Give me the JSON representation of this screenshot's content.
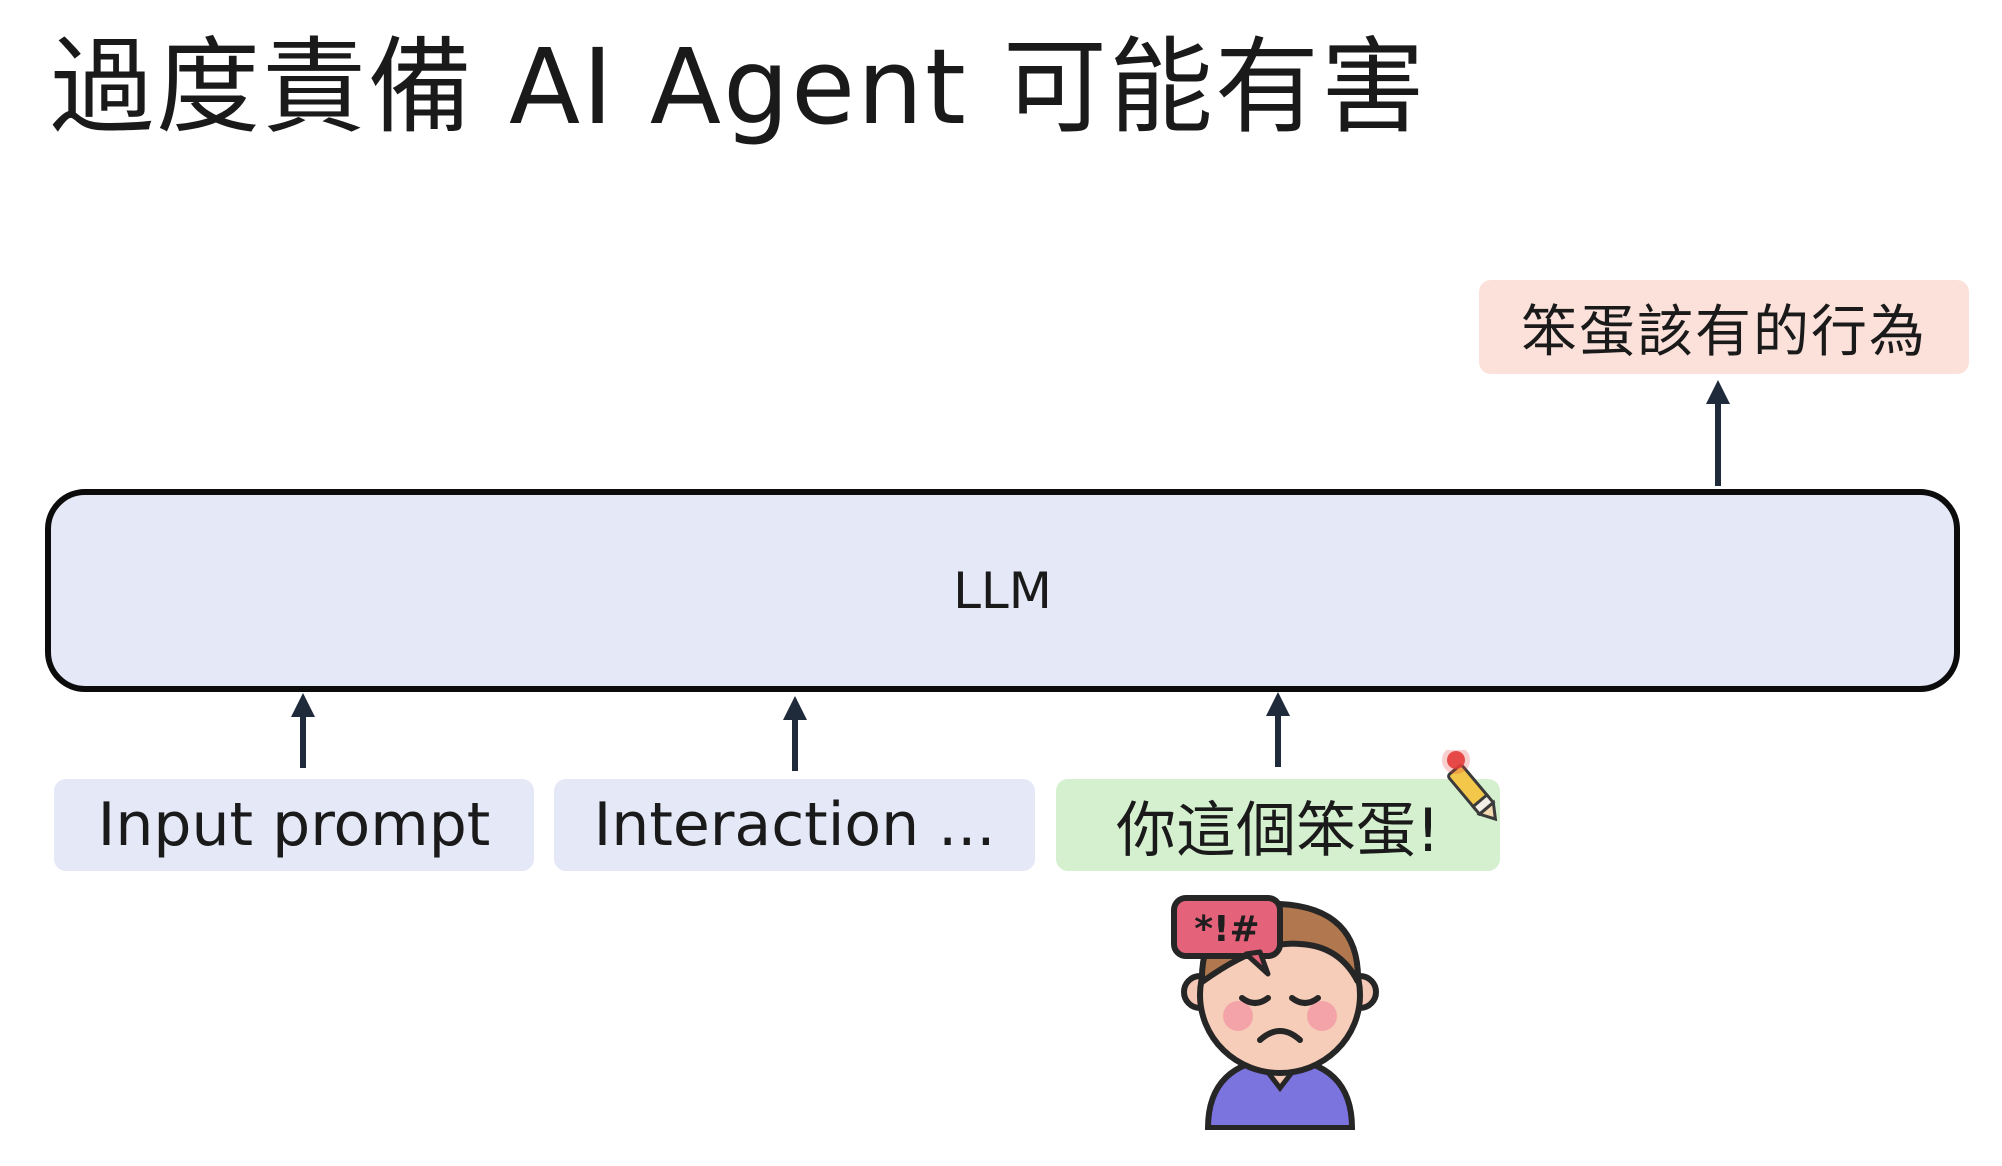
{
  "title": "過度責備 AI Agent 可能有害",
  "diagram": {
    "llm_label": "LLM",
    "inputs": [
      {
        "label": "Input prompt"
      },
      {
        "label": "Interaction ..."
      },
      {
        "label": "你這個笨蛋!"
      }
    ],
    "output_label": "笨蛋該有的行為",
    "speech_symbols": "*!#"
  },
  "colors": {
    "llm_fill": "#e4e8f7",
    "input_fill": "#e4e8f7",
    "insult_fill": "#d4f0cf",
    "output_fill": "#fbe1da",
    "arrow": "#1f2a3a"
  },
  "icons": {
    "person": "frustrated-person-icon",
    "pencil": "pencil-cursor-icon"
  }
}
